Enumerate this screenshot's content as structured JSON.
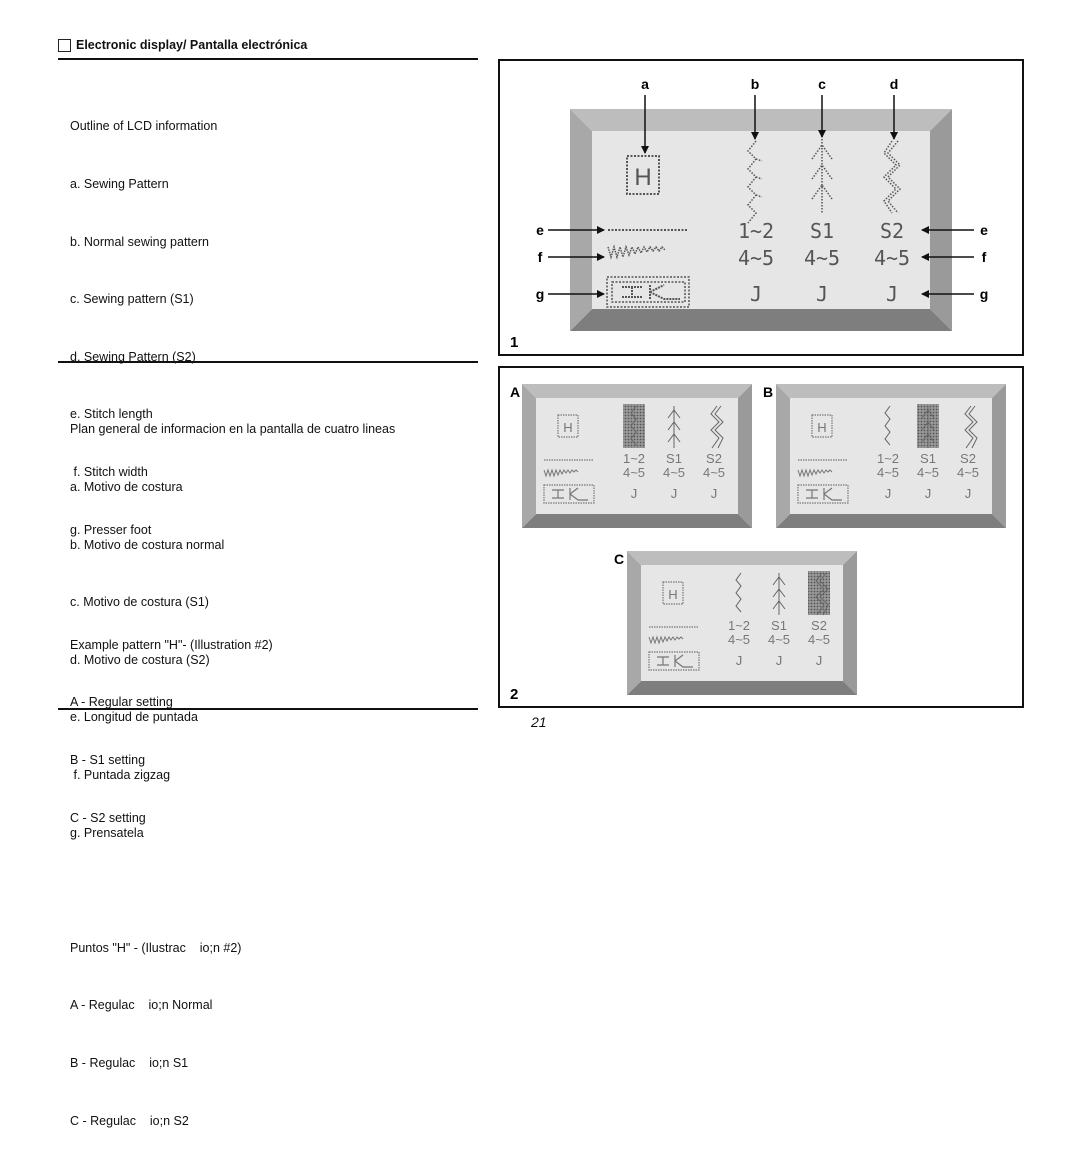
{
  "header": {
    "title": "Electronic display/ Pantalla electrónica"
  },
  "english": {
    "lines": [
      "Outline of LCD information",
      "a. Sewing Pattern",
      "b. Normal sewing pattern",
      "c. Sewing pattern (S1)",
      "d. Sewing Pattern (S2)",
      "e. Stitch length",
      " f. Stitch width",
      "g. Presser foot"
    ],
    "example": [
      "Example pattern \"H\"- (Illustration #2)",
      "A - Regular setting",
      "B - S1 setting",
      "C - S2 setting"
    ]
  },
  "spanish": {
    "lines": [
      "Plan general de informacion en la pantalla de cuatro lineas",
      "a. Motivo de costura",
      "b. Motivo de costura normal",
      "c. Motivo de costura (S1)",
      "d. Motivo de costura (S2)",
      "e. Longitud de puntada",
      " f. Puntada zigzag",
      "g. Prensatela"
    ],
    "example": [
      "Puntos \"H\" - (Ilustrac    io;n #2)",
      "A - Regulac    io;n Normal",
      "B - Regulac    io;n S1",
      "C - Regulac    io;n S2"
    ]
  },
  "figure1": {
    "number": "1",
    "callouts_top": [
      "a",
      "b",
      "c",
      "d"
    ],
    "callouts_side": [
      "e",
      "f",
      "g"
    ],
    "pattern_letter": "H",
    "length_values": [
      "1~2",
      "S1",
      "S2"
    ],
    "width_values": [
      "4~5",
      "4~5",
      "4~5"
    ],
    "foot_values": [
      "J",
      "J",
      "J"
    ]
  },
  "figure2": {
    "number": "2",
    "panels": [
      {
        "label": "A",
        "highlight": 0
      },
      {
        "label": "B",
        "highlight": 1
      },
      {
        "label": "C",
        "highlight": 2
      }
    ]
  },
  "page_number": "21",
  "colors": {
    "frame": "#8e8e8e",
    "screen": "#e6e6e6",
    "dots": "#555555"
  }
}
